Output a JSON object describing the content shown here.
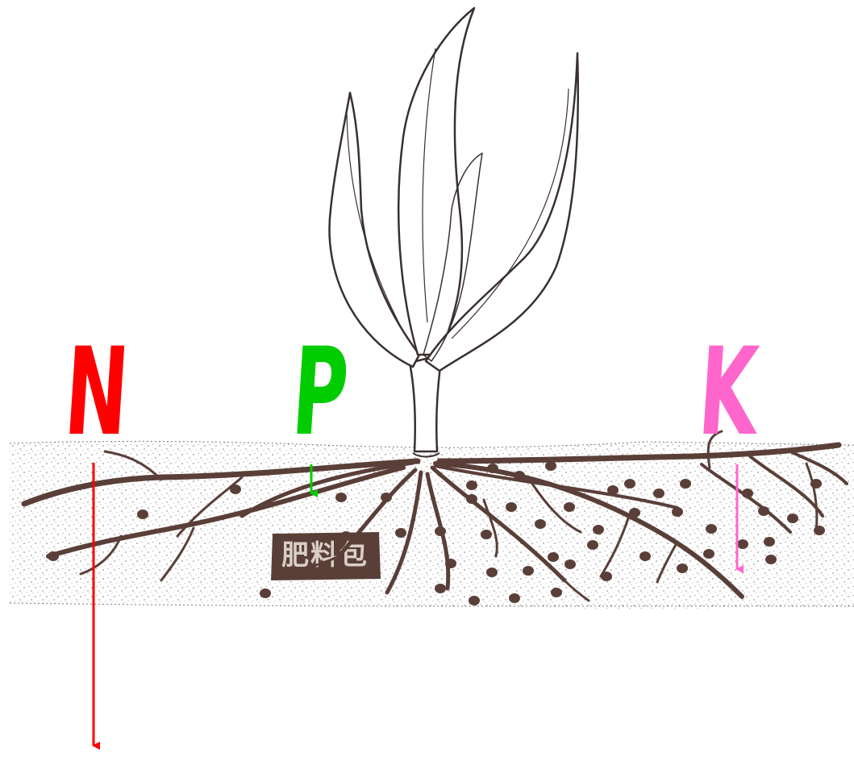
{
  "labels": {
    "n": "N",
    "p": "P",
    "k": "K"
  },
  "fertilizer_text": "肥料包",
  "colors": {
    "n": "#ff0000",
    "p": "#00cc00",
    "k": "#ff66cc",
    "root": "#5a3f38",
    "plant_outline": "#3a3030",
    "soil_speckle": "#555555"
  }
}
